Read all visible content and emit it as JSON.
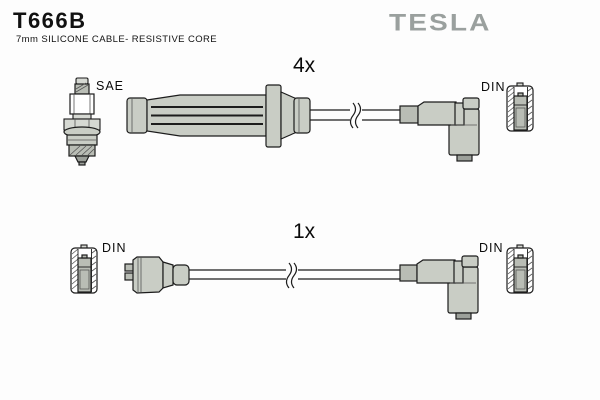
{
  "header": {
    "part_number": "T666B",
    "subtitle": "7mm SILICONE CABLE- RESISTIVE CORE",
    "brand": "TESLA"
  },
  "products": [
    {
      "qty": "4x",
      "left_label": "SAE",
      "right_label": "DIN"
    },
    {
      "qty": "1x",
      "left_label": "DIN",
      "right_label": "DIN"
    }
  ],
  "icons": [
    "spark-plug-icon",
    "sae-boot",
    "cable-break-icon",
    "elbow-din-boot-icon",
    "din-terminal-icon"
  ],
  "colors": {
    "part-fill": "#c9cdc5",
    "part-dark": "#b9bdb5",
    "cap-dark": "#9ca09a",
    "outline": "#1c1c1c",
    "brand": "#9aa09e"
  }
}
